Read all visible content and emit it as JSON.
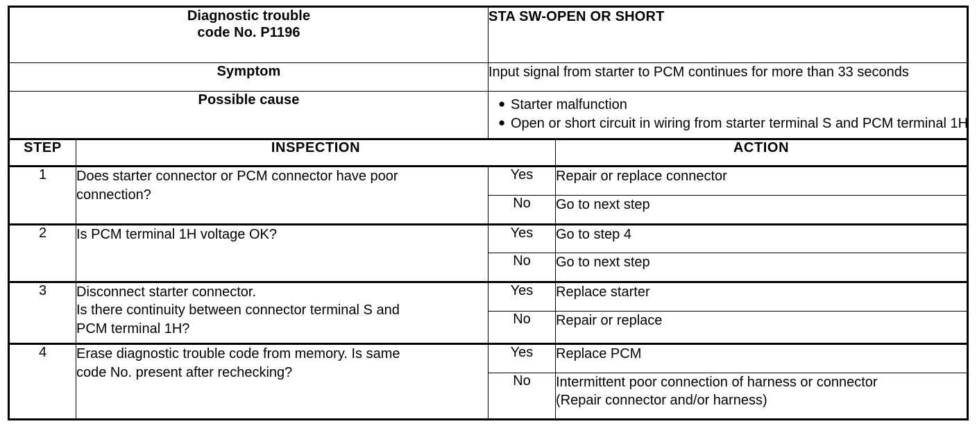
{
  "document": {
    "type": "diagnostic-trouble-code-chart",
    "summary": {
      "rows": [
        {
          "label": "Diagnostic trouble\ncode No. P1196",
          "label_line1": "Diagnostic trouble",
          "label_line2": "code No. P1196",
          "value": "STA SW-OPEN OR SHORT",
          "value_bold": true
        },
        {
          "label": "Symptom",
          "value": "Input signal from starter to PCM continues for more than 33 seconds",
          "value_bold": false
        }
      ],
      "possible_cause": {
        "label": "Possible cause",
        "bullet_glyph": "●",
        "items": [
          "Starter malfunction",
          "Open or short circuit in wiring from starter terminal S and PCM terminal 1H"
        ]
      }
    },
    "chart": {
      "headers": {
        "step": "STEP",
        "inspection": "INSPECTION",
        "action": "ACTION"
      },
      "steps": [
        {
          "step": "1",
          "inspection_lines": [
            "Does starter connector or PCM connector have poor",
            "connection?"
          ],
          "branches": [
            {
              "answer": "Yes",
              "action_lines": [
                "Repair or replace connector"
              ]
            },
            {
              "answer": "No",
              "action_lines": [
                "Go to next step"
              ]
            }
          ]
        },
        {
          "step": "2",
          "inspection_lines": [
            "Is PCM terminal 1H voltage OK?"
          ],
          "branches": [
            {
              "answer": "Yes",
              "action_lines": [
                "Go to step 4"
              ]
            },
            {
              "answer": "No",
              "action_lines": [
                "Go to next step"
              ]
            }
          ]
        },
        {
          "step": "3",
          "inspection_lines": [
            "Disconnect starter connector.",
            "Is there continuity between connector terminal S and",
            "PCM terminal 1H?"
          ],
          "branches": [
            {
              "answer": "Yes",
              "action_lines": [
                "Replace starter"
              ]
            },
            {
              "answer": "No",
              "action_lines": [
                "Repair or replace"
              ]
            }
          ]
        },
        {
          "step": "4",
          "inspection_lines": [
            "Erase diagnostic trouble code from memory. Is same",
            "code No. present after rechecking?"
          ],
          "branches": [
            {
              "answer": "Yes",
              "action_lines": [
                "Replace PCM"
              ]
            },
            {
              "answer": "No",
              "action_lines": [
                "Intermittent poor connection of harness or connector",
                "(Repair connector and/or harness)"
              ]
            }
          ]
        }
      ]
    }
  }
}
